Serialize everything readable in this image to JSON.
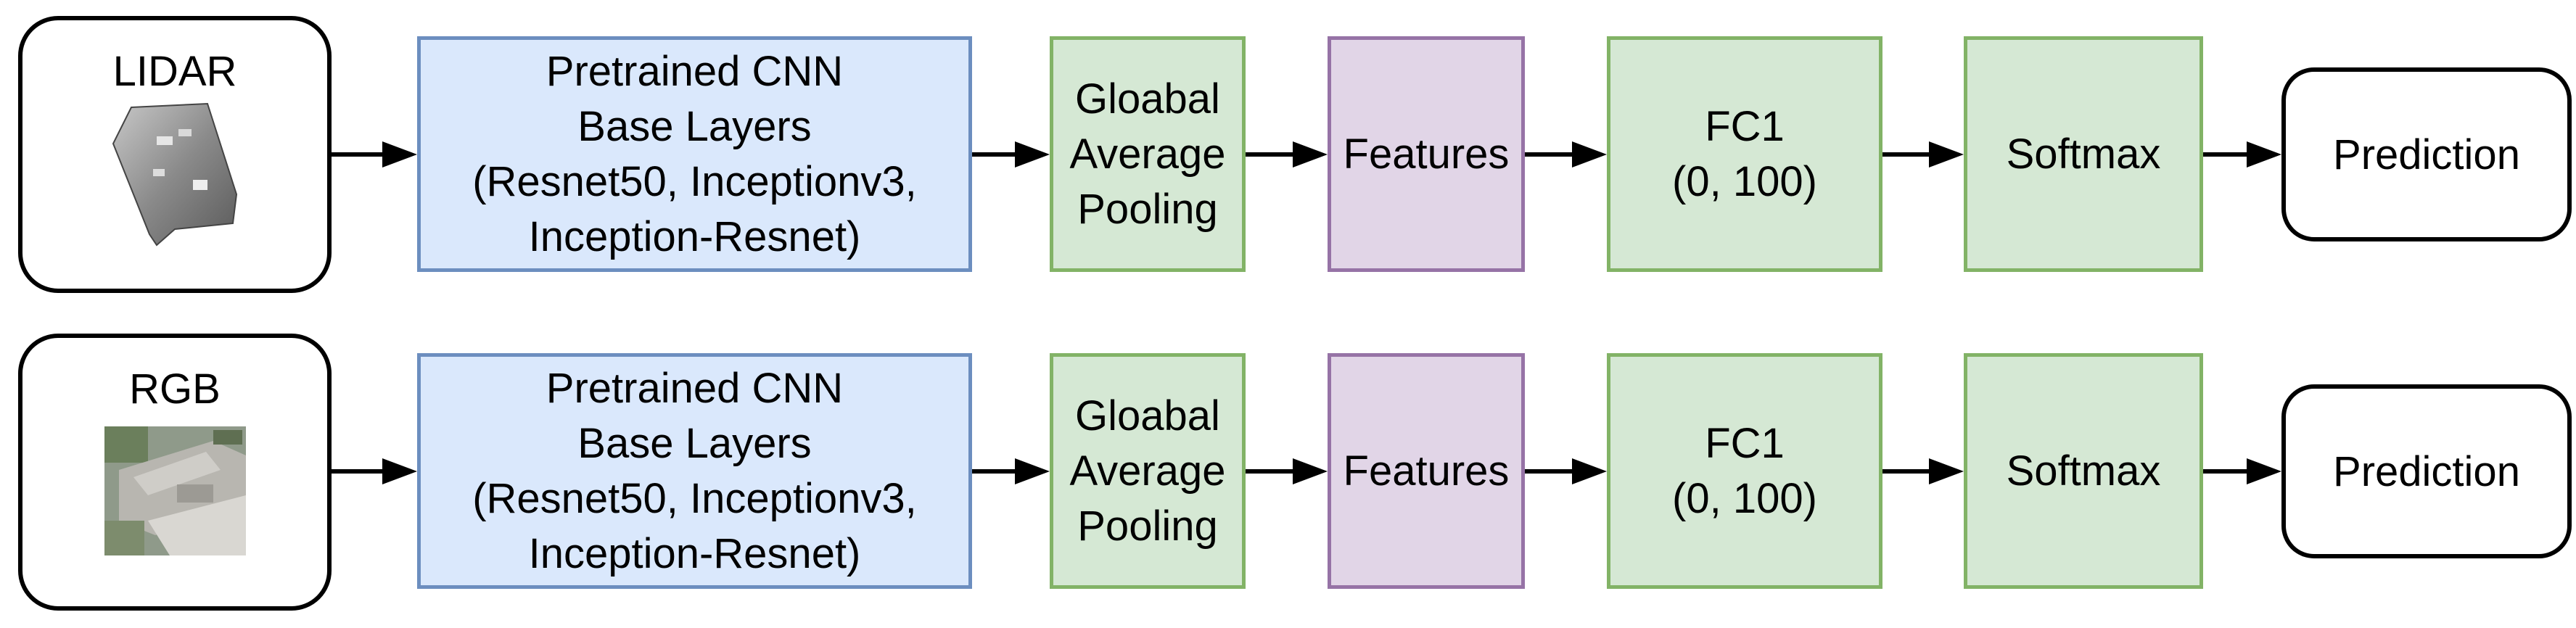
{
  "rows": [
    {
      "input_label": "LIDAR",
      "image_name": "lidar-image",
      "cnn_lines": [
        "Pretrained CNN",
        "Base Layers",
        "(Resnet50, Inceptionv3,",
        "Inception-Resnet)"
      ],
      "gap_lines": [
        "Gloabal",
        "Average",
        "Pooling"
      ],
      "features": "Features",
      "fc_lines": [
        "FC1",
        "(0, 100)"
      ],
      "softmax": "Softmax",
      "prediction": "Prediction"
    },
    {
      "input_label": "RGB",
      "image_name": "rgb-image",
      "cnn_lines": [
        "Pretrained CNN",
        "Base Layers",
        "(Resnet50, Inceptionv3,",
        "Inception-Resnet)"
      ],
      "gap_lines": [
        "Gloabal",
        "Average",
        "Pooling"
      ],
      "features": "Features",
      "fc_lines": [
        "FC1",
        "(0, 100)"
      ],
      "softmax": "Softmax",
      "prediction": "Prediction"
    }
  ],
  "colors": {
    "cnn_fill": "#dae8fc",
    "cnn_stroke": "#6c8ebf",
    "green_fill": "#d5e8d4",
    "green_stroke": "#82b366",
    "purple_fill": "#e1d5e7",
    "purple_stroke": "#9673a6"
  }
}
